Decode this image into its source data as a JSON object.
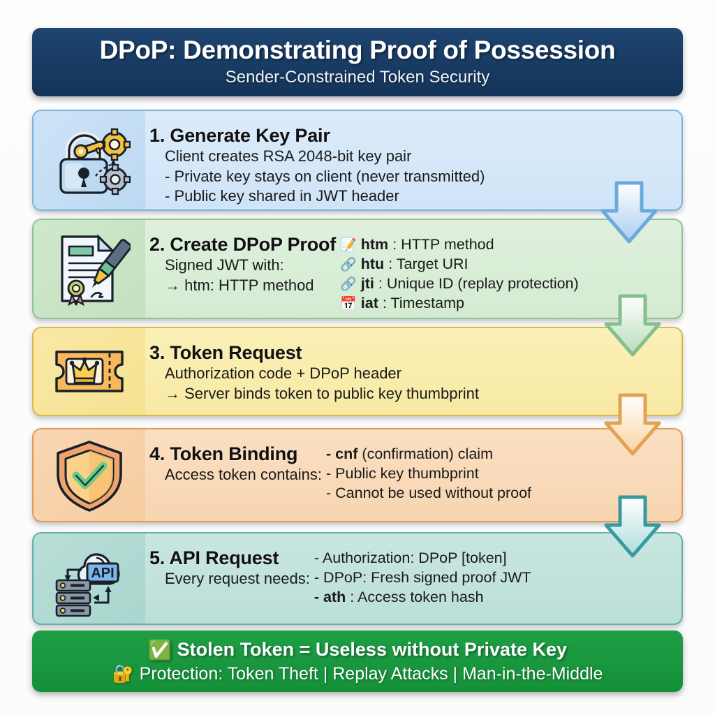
{
  "header": {
    "title": "DPoP: Demonstrating Proof of Possession",
    "subtitle": "Sender-Constrained Token Security",
    "bg_color": "#16395f"
  },
  "steps": [
    {
      "number": "1.",
      "title": "1. Generate Key Pair",
      "icon": "padlock-key-gears-icon",
      "accent_color": "#7fb4da",
      "left_lines": [
        "Client creates RSA 2048-bit key pair",
        "- Private key stays on client (never transmitted)",
        "- Public key shared in JWT header"
      ],
      "right_lines": []
    },
    {
      "number": "2.",
      "title": "2. Create DPoP Proof",
      "icon": "signed-certificate-pen-icon",
      "accent_color": "#8fc294",
      "left_lines": [
        "Signed JWT with:",
        "→ htm: HTTP method"
      ],
      "right_lines": [
        {
          "emoji": "📝",
          "emoji_name": "memo-icon",
          "key": "htm",
          "text": ": HTTP method"
        },
        {
          "emoji": "🔗",
          "emoji_name": "link-icon",
          "key": "htu",
          "text": ": Target URI"
        },
        {
          "emoji": "🔗",
          "emoji_name": "link-icon",
          "key": "jti",
          "text": ": Unique ID (replay protection)"
        },
        {
          "emoji": "📅",
          "emoji_name": "calendar-icon",
          "key": "iat",
          "text": ": Timestamp"
        }
      ]
    },
    {
      "number": "3.",
      "title": "3. Token Request",
      "icon": "ticket-crown-icon",
      "accent_color": "#d9b94f",
      "left_lines": [
        "Authorization code + DPoP header",
        "→ Server binds token to public key thumbprint"
      ],
      "right_lines": []
    },
    {
      "number": "4.",
      "title": "4. Token Binding",
      "icon": "shield-check-icon",
      "accent_color": "#e09a58",
      "left_lines": [
        "Access token contains:"
      ],
      "right_lines": [
        {
          "emoji": "",
          "emoji_name": "",
          "key": "- cnf",
          "text": " (confirmation) claim"
        },
        {
          "emoji": "",
          "emoji_name": "",
          "key": "",
          "text": "- Public key thumbprint"
        },
        {
          "emoji": "",
          "emoji_name": "",
          "key": "",
          "text": "- Cannot be used without proof"
        }
      ]
    },
    {
      "number": "5.",
      "title": "5. API Request",
      "icon": "cloud-api-server-icon",
      "accent_color": "#63aeae",
      "left_lines": [
        "Every request needs:"
      ],
      "right_lines": [
        {
          "emoji": "",
          "emoji_name": "",
          "key": "",
          "text": "- Authorization: DPoP [token]"
        },
        {
          "emoji": "",
          "emoji_name": "",
          "key": "",
          "text": "- DPoP: Fresh signed proof JWT"
        },
        {
          "emoji": "",
          "emoji_name": "",
          "key": "- ath",
          "text": ": Access token hash"
        }
      ]
    }
  ],
  "arrows": [
    {
      "name": "arrow-step1-to-step2",
      "color": "#7fb8e0",
      "fill_light": "#ffffff",
      "fill_dark": "#a9cdf0"
    },
    {
      "name": "arrow-step2-to-step3",
      "color": "#8cc490",
      "fill_light": "#ffffff",
      "fill_dark": "#b8debb"
    },
    {
      "name": "arrow-step3-to-step4",
      "color": "#e0a451",
      "fill_light": "#ffffff",
      "fill_dark": "#fbd9a9"
    },
    {
      "name": "arrow-step4-to-step5",
      "color": "#4ba3a8",
      "fill_light": "#ffffff",
      "fill_dark": "#b3dcdc"
    }
  ],
  "footer": {
    "check_emoji": "✅",
    "line1": "Stolen Token = Useless without Private Key",
    "lock_emoji": "🔐",
    "line2": "Protection: Token Theft | Replay Attacks | Man-in-the-Middle",
    "bg_color": "#17913a"
  }
}
